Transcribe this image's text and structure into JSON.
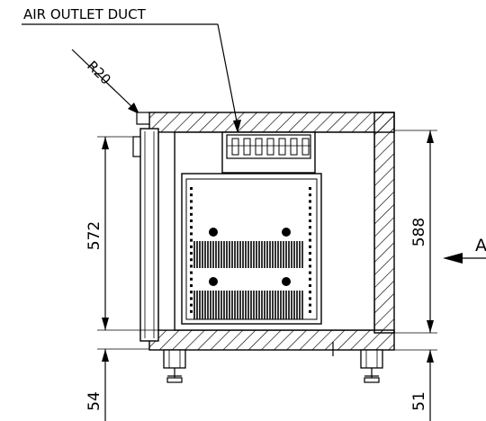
{
  "labels": {
    "air_outlet_duct": "AIR OUTLET DUCT",
    "radius": "R20",
    "view_marker": "A"
  },
  "dimensions": {
    "door_height": "572",
    "cabinet_height": "588",
    "foot_left": "54",
    "foot_right": "51"
  }
}
